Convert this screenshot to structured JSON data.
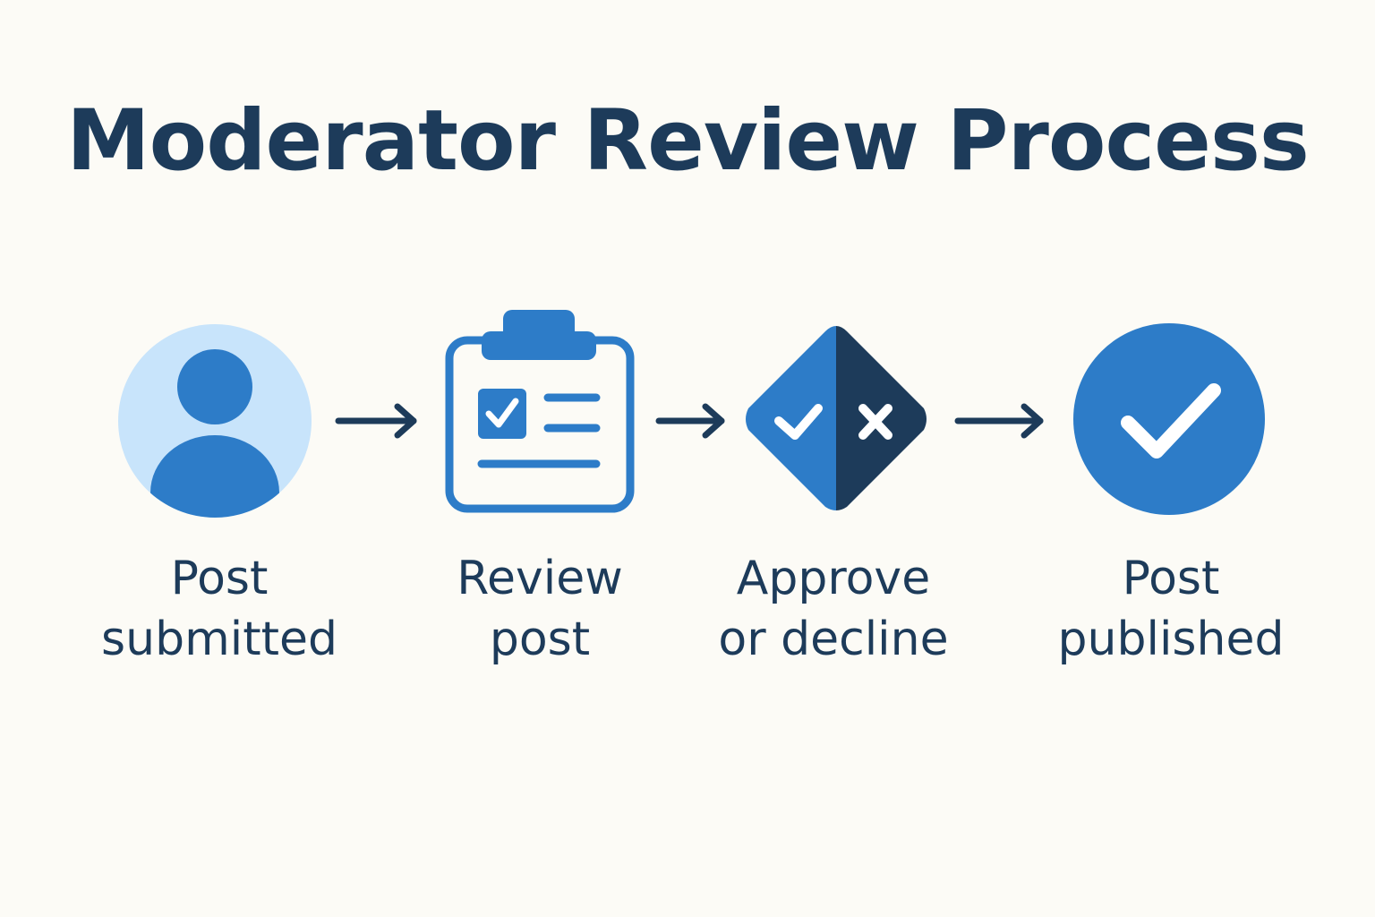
{
  "title": "Moderator Review Process",
  "colors": {
    "background": "#fcfbf6",
    "dark_navy": "#1d3b5a",
    "primary_blue": "#2d7cc8",
    "light_blue": "#c8e4fb",
    "white": "#ffffff"
  },
  "steps": [
    {
      "icon": "user-icon",
      "label_line1": "Post",
      "label_line2": "submitted"
    },
    {
      "icon": "clipboard-checklist-icon",
      "label_line1": "Review",
      "label_line2": "post"
    },
    {
      "icon": "approve-decline-diamond-icon",
      "label_line1": "Approve",
      "label_line2": "or decline"
    },
    {
      "icon": "checkmark-circle-icon",
      "label_line1": "Post",
      "label_line2": "published"
    }
  ],
  "connectors": [
    "arrow-right-icon",
    "arrow-right-icon",
    "arrow-right-icon"
  ]
}
